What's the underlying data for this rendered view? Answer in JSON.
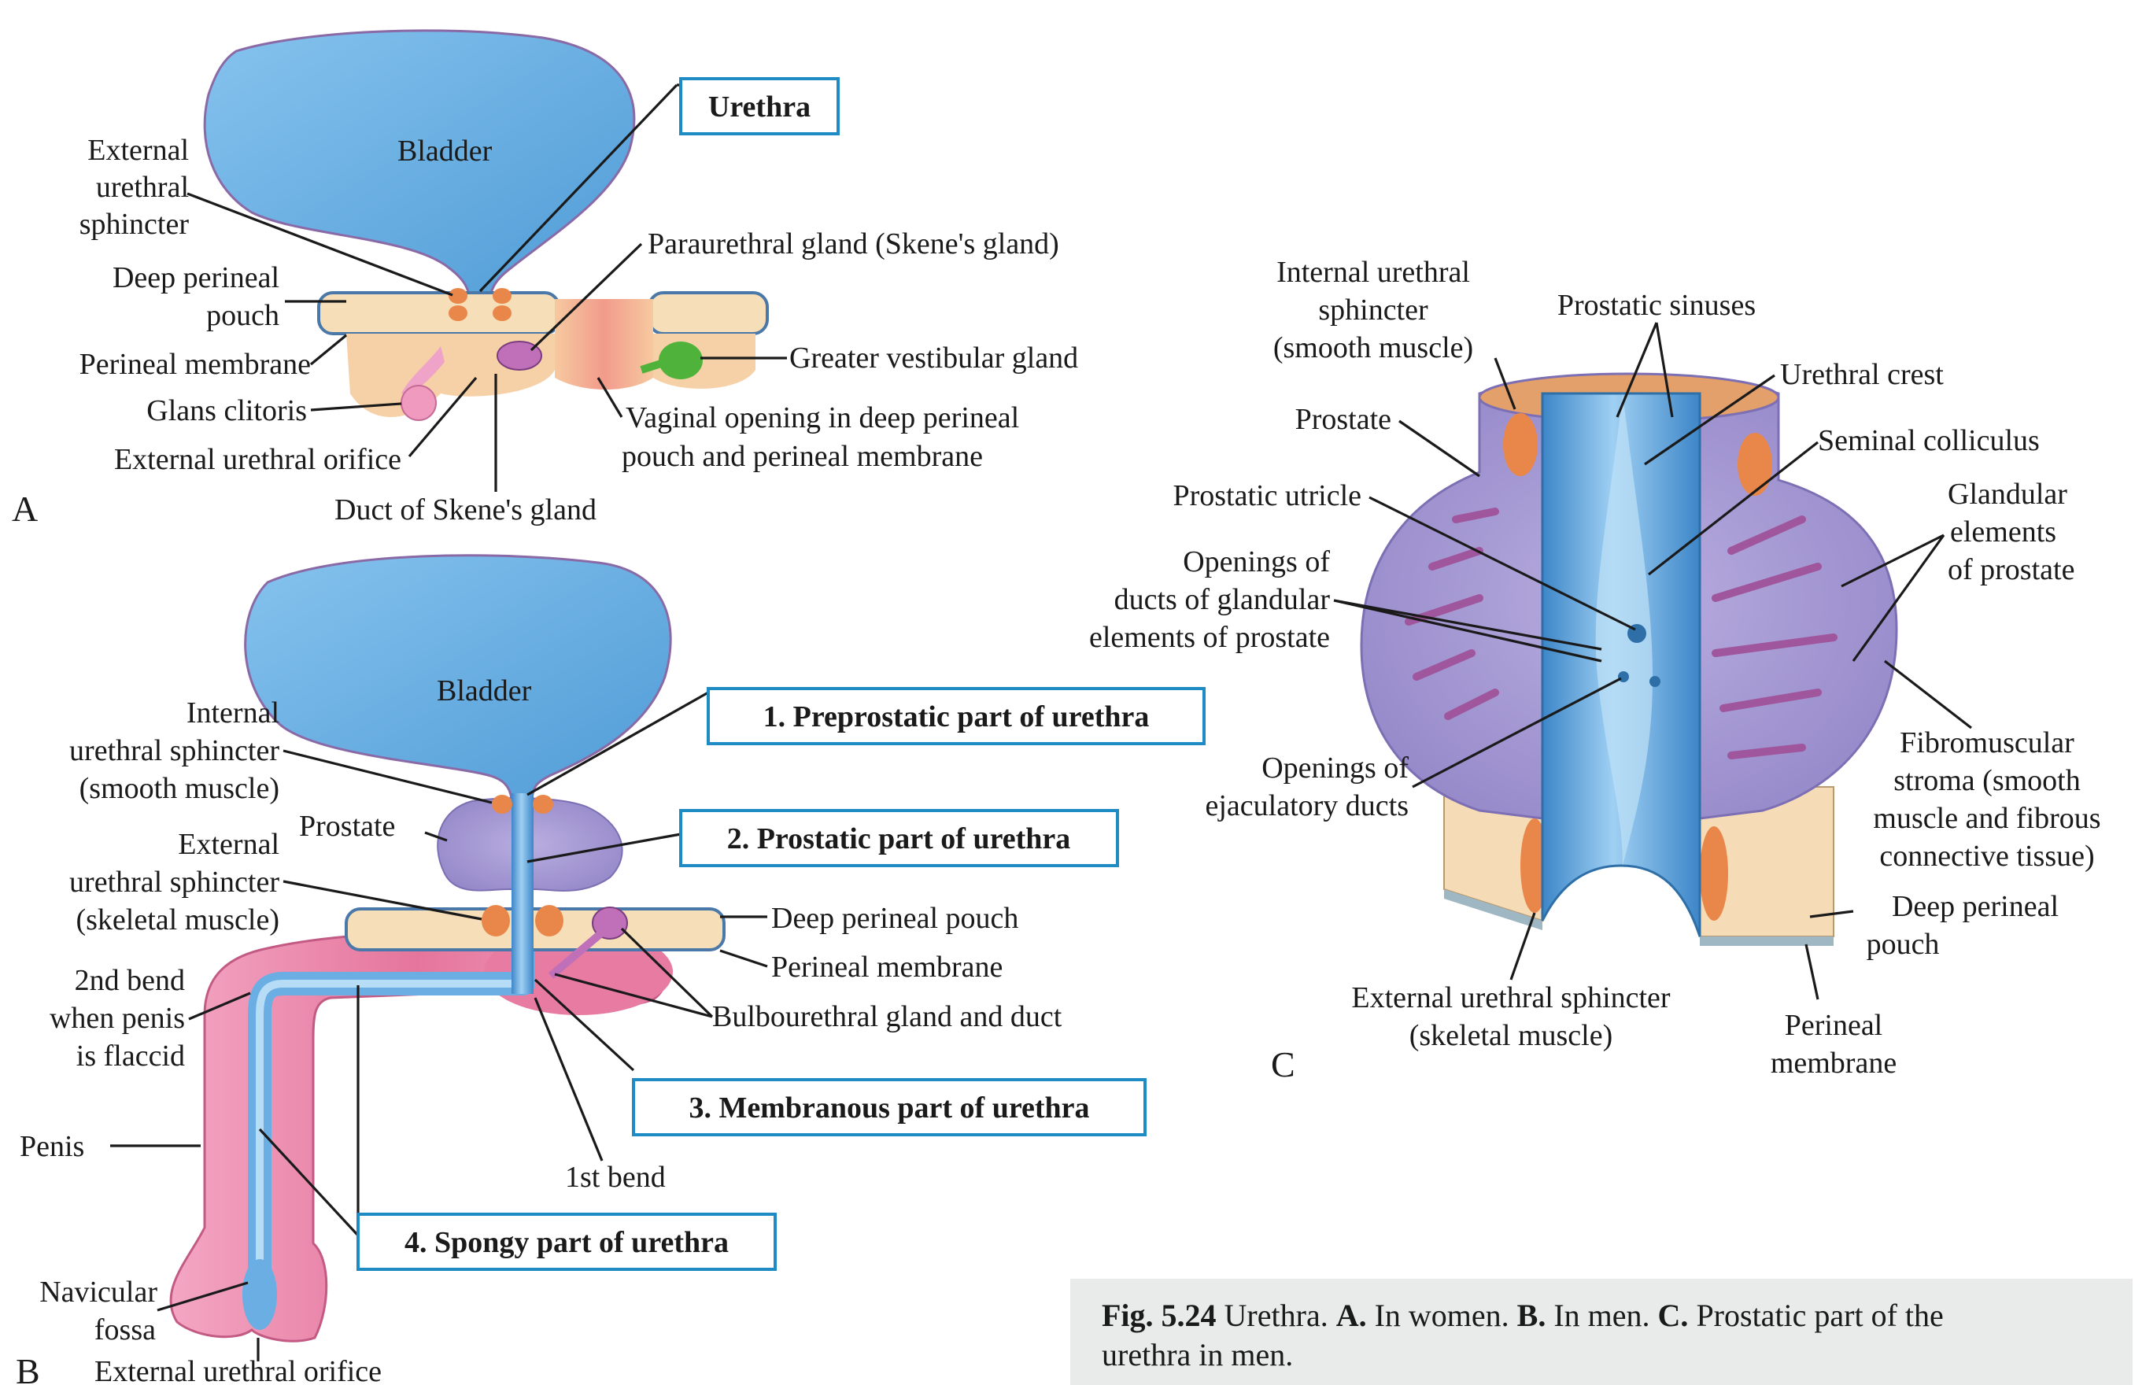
{
  "panel_a": {
    "letter": "A",
    "bladder": "Bladder",
    "title_box": "Urethra",
    "ext_sph": [
      "External",
      "urethral",
      "sphincter"
    ],
    "deep_pouch": [
      "Deep perineal",
      "pouch"
    ],
    "perineal_membrane": "Perineal membrane",
    "glans": "Glans clitoris",
    "ext_orifice": "External urethral orifice",
    "paraurethral": "Paraurethral gland (Skene's gland)",
    "greater_vestibular": "Greater vestibular gland",
    "vaginal_opening": [
      "Vaginal opening in deep perineal",
      "pouch and perineal membrane"
    ],
    "duct_skene": "Duct of Skene's gland"
  },
  "panel_b": {
    "letter": "B",
    "bladder": "Bladder",
    "internal_sph": [
      "Internal",
      "urethral sphincter",
      "(smooth muscle)"
    ],
    "prostate": "Prostate",
    "external_sph": [
      "External",
      "urethral sphincter",
      "(skeletal muscle)"
    ],
    "second_bend": [
      "2nd bend",
      "when penis",
      "is flaccid"
    ],
    "penis": "Penis",
    "navicular": [
      "Navicular",
      "fossa"
    ],
    "ext_orifice": "External urethral orifice",
    "box1": "1. Preprostatic part of urethra",
    "box2": "2. Prostatic part of urethra",
    "box3": "3. Membranous part of urethra",
    "box4": "4. Spongy part of urethra",
    "deep_pouch": "Deep perineal pouch",
    "perineal_membrane": "Perineal membrane",
    "bulbo": "Bulbourethral gland and duct",
    "first_bend": "1st bend"
  },
  "panel_c": {
    "letter": "C",
    "internal_sph": [
      "Internal urethral",
      "sphincter",
      "(smooth muscle)"
    ],
    "prostatic_sinuses": "Prostatic sinuses",
    "urethral_crest": "Urethral crest",
    "prostate": "Prostate",
    "seminal_colliculus": "Seminal colliculus",
    "prostatic_utricle": "Prostatic utricle",
    "glandular": [
      "Glandular",
      "elements",
      "of prostate"
    ],
    "openings_ducts": [
      "Openings of",
      "ducts of glandular",
      "elements of prostate"
    ],
    "openings_ejac": [
      "Openings of",
      "ejaculatory ducts"
    ],
    "fibromuscular": [
      "Fibromuscular",
      "stroma (smooth",
      "muscle and fibrous",
      "connective tissue)"
    ],
    "deep_pouch": [
      "Deep perineal",
      "pouch"
    ],
    "external_sph": [
      "External urethral sphincter",
      "(skeletal muscle)"
    ],
    "perineal_membrane": [
      "Perineal",
      "membrane"
    ]
  },
  "caption": {
    "fig": "Fig. 5.24",
    "text1": " Urethra. ",
    "a": "A.",
    "t_a": " In women. ",
    "b": "B.",
    "t_b": " In men. ",
    "c": "C.",
    "t_c": " Prostatic part of the",
    "line2": "urethra in men."
  },
  "colors": {
    "bladder": "#5ea6dc",
    "bladder_light": "#a9d3f2",
    "prostate": "#a59ad2",
    "sphincter": "#e8904e",
    "perineal_pouch": "#f4dcb4",
    "penis": "#e87ba2",
    "gland_green": "#4fb23a",
    "box_border": "#1f8bc4",
    "caption_bg": "#e9eaea"
  }
}
